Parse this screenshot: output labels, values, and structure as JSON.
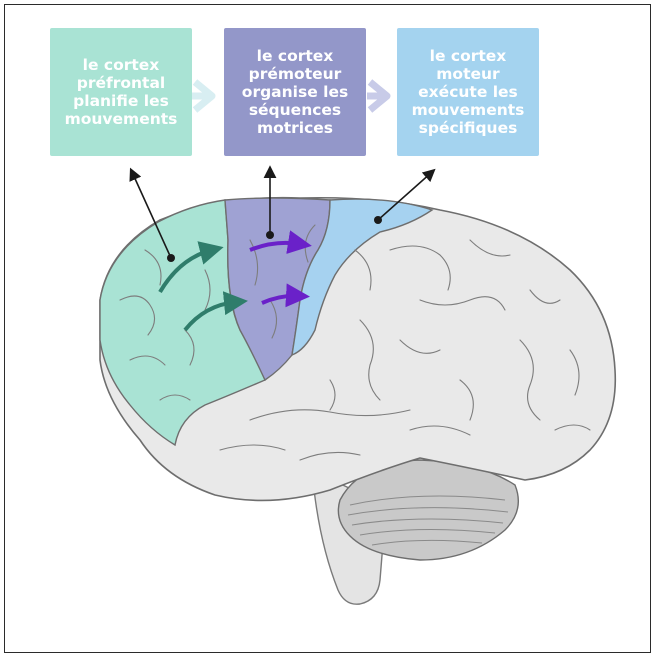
{
  "boxes": {
    "prefrontal": {
      "text": "le cortex\npréfrontal\nplanifie les\nmouvements",
      "color": "#a9e3d4"
    },
    "premotor": {
      "text": "le cortex\nprémoteur\norganise les\nséquences\nmotrices",
      "color": "#9397c9"
    },
    "motor": {
      "text": "le cortex\nmoteur\nexécute les\nmouvements\nspécifiques",
      "color": "#a4d3ef"
    }
  },
  "colors": {
    "prefrontal_region": "#a9e3d4",
    "premotor_region": "#9fa2d3",
    "motor_region": "#a6d2f0",
    "brain_grey": "#e9e9e9",
    "cerebellum": "#c9c9c9",
    "green_arrow": "#2f7d6b",
    "purple_arrow": "#6a21c9",
    "flow_chevron": "#d8eef2"
  }
}
